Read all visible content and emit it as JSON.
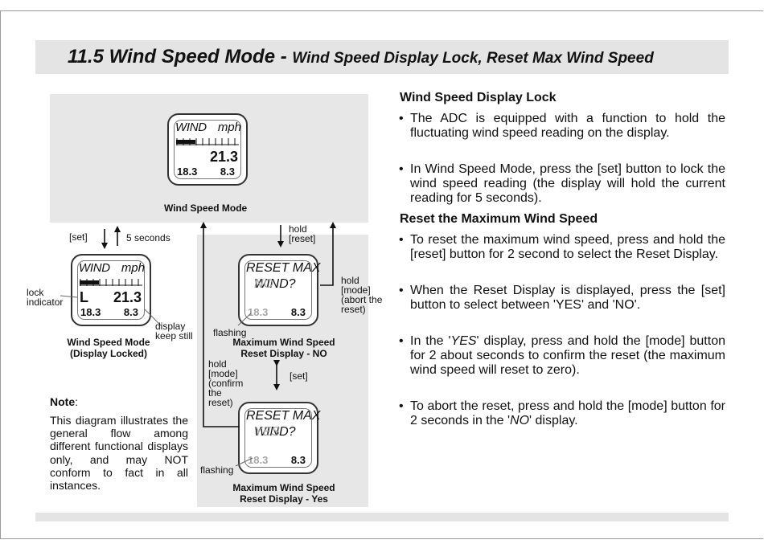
{
  "header": {
    "title_main": "11.5 Wind Speed Mode - ",
    "title_sub": "Wind Speed Display Lock, Reset Max Wind Speed"
  },
  "diagram": {
    "top_display": {
      "line1_left": "WIND",
      "line1_right": "mph",
      "main_value": "21.3",
      "sub_left": "18.3",
      "sub_right": "8.3",
      "caption": "Wind Speed Mode"
    },
    "locked_display": {
      "line1_left": "WIND",
      "line1_right": "mph",
      "lock_letter": "L",
      "main_value": "21.3",
      "sub_left": "18.3",
      "sub_right": "8.3",
      "caption_line1": "Wind Speed Mode",
      "caption_line2": "(Display Locked)"
    },
    "reset_no_display": {
      "line1": "RESET MAX",
      "line2_prefix": "WIND? ",
      "line2_option": "NO",
      "sub_left": "18.3",
      "sub_right": "8.3",
      "caption_line1": "Maximum Wind Speed",
      "caption_line2": "Reset Display - NO"
    },
    "reset_yes_display": {
      "line1": "RESET MAX",
      "line2_prefix": "WIND? ",
      "line2_option": "YES",
      "sub_left": "18.3",
      "sub_right": "8.3",
      "caption_line1": "Maximum Wind Speed",
      "caption_line2": "Reset Display - Yes"
    },
    "labels": {
      "set": "[set]",
      "five_seconds": "5 seconds",
      "hold_reset_1": "hold",
      "hold_reset_2": "[reset]",
      "hold_mode_abort_1": "hold",
      "hold_mode_abort_2": "[mode]",
      "hold_mode_abort_3": "(abort the",
      "hold_mode_abort_4": "reset)",
      "lock_indicator_1": "lock",
      "lock_indicator_2": "indicator",
      "display_keep_still_1": "display",
      "display_keep_still_2": "keep still",
      "flashing_no": "flashing",
      "flashing_yes": "flashing",
      "hold_mode_confirm_1": "hold",
      "hold_mode_confirm_2": "[mode]",
      "hold_mode_confirm_3": "(confirm",
      "hold_mode_confirm_4": "the",
      "hold_mode_confirm_5": "reset)",
      "set_between": "[set]"
    }
  },
  "note": {
    "heading": "Note",
    "colon": ":",
    "body": "This diagram illustrates the general flow among different functional displays only, and may NOT conform to fact in all instances."
  },
  "instructions": {
    "lock_heading": "Wind Speed Display Lock",
    "lock_bullets": [
      "The ADC is equipped with a function to hold the fluctuating wind speed reading on the display.",
      "In Wind Speed Mode, press the [set] button to lock the wind speed reading (the display will hold the current reading for 5 seconds)."
    ],
    "reset_heading": "Reset the Maximum Wind Speed",
    "reset_bullets": [
      "To reset the maximum wind speed, press and hold the [reset] button for 2 second to select the Reset Display.",
      "When the Reset Display is displayed, press the [set] button to select between 'YES' and 'NO'."
    ],
    "yes_bullet": {
      "before": "In the '",
      "yes": "YES",
      "after": "' display, press and hold the [mode] button for 2 about seconds to confirm the reset (the maximum wind speed will reset to zero)."
    },
    "abort_bullet": {
      "before": "To abort the reset,  press and hold the [mode] button for 2 seconds in the  '",
      "no": "NO",
      "after": "' display."
    }
  }
}
